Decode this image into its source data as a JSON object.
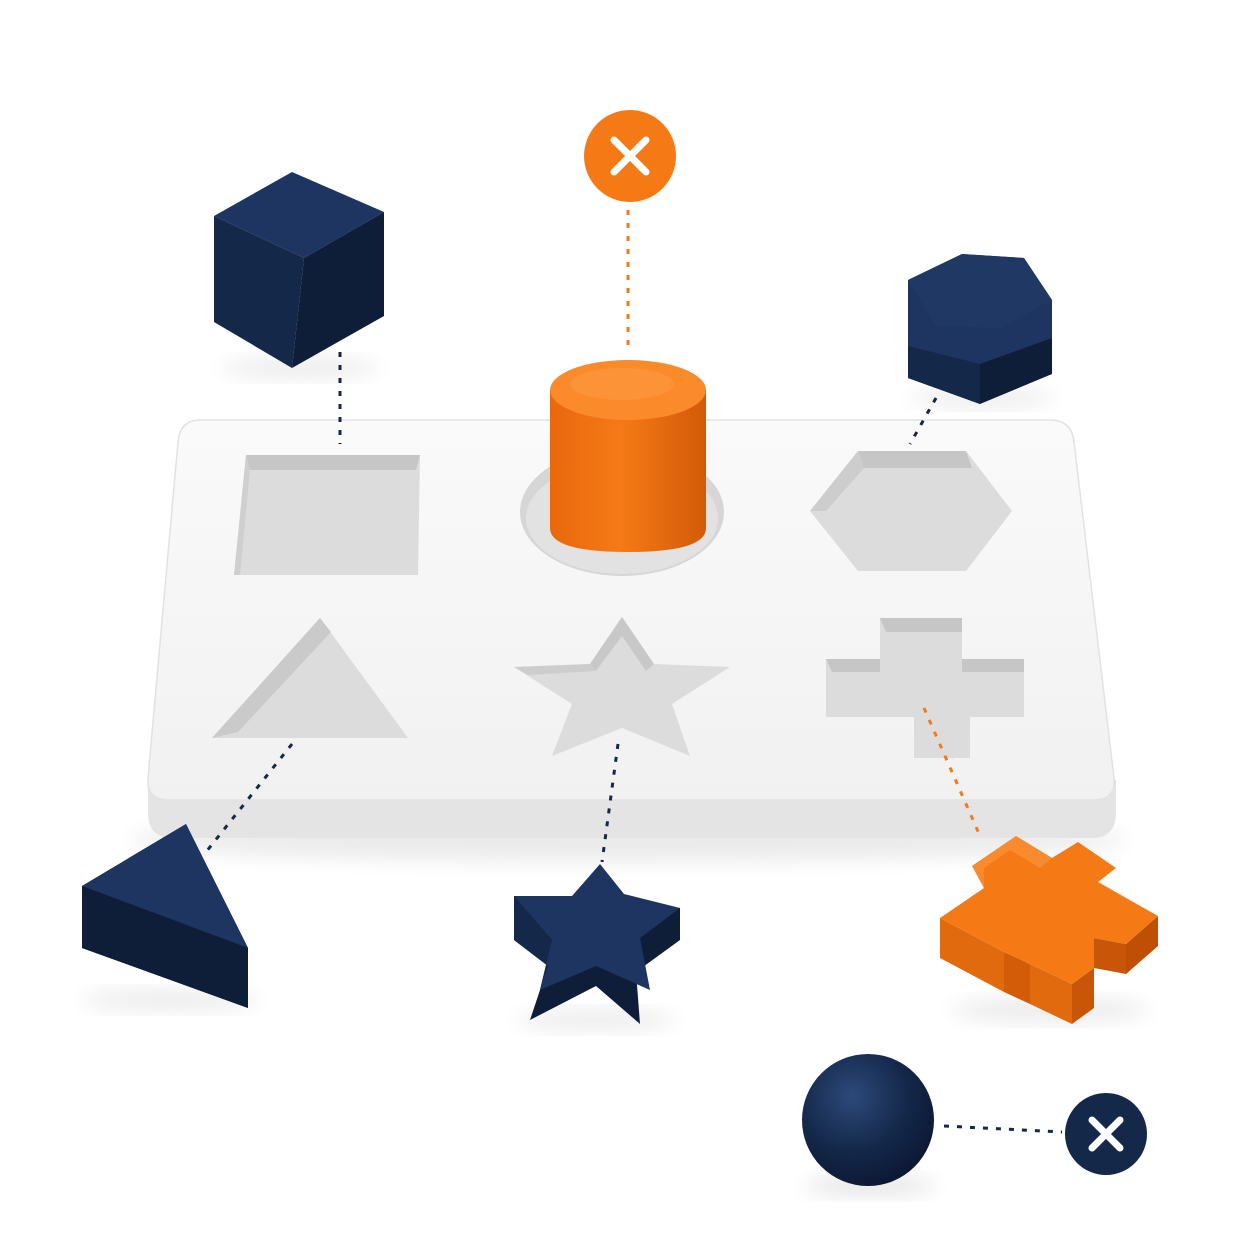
{
  "palette": {
    "navy": "#14284a",
    "navy_dark": "#0e1d38",
    "navy_light": "#1d3560",
    "orange": "#f57a16",
    "orange_dark": "#d9620b",
    "orange_light": "#fb9138",
    "board_top": "#f7f7f7",
    "board_side": "#e6e6e6",
    "hole_fill": "#dedede",
    "hole_wall": "#c9c9c9",
    "background": "#ffffff"
  },
  "board": {
    "holes": [
      "square",
      "circle",
      "hexagon",
      "triangle",
      "star",
      "cross"
    ]
  },
  "pieces": [
    {
      "shape": "cube",
      "color": "navy",
      "target_hole": "square",
      "connector": "navy-dotted"
    },
    {
      "shape": "cylinder",
      "color": "orange",
      "target_hole": "circle",
      "status": "x-mark-icon"
    },
    {
      "shape": "hexagonal-prism",
      "color": "navy",
      "target_hole": "hexagon",
      "connector": "navy-dotted"
    },
    {
      "shape": "triangular-prism",
      "color": "navy",
      "target_hole": "triangle",
      "connector": "navy-dotted"
    },
    {
      "shape": "star-prism",
      "color": "navy",
      "target_hole": "star",
      "connector": "navy-dotted"
    },
    {
      "shape": "cross-prism",
      "color": "orange",
      "target_hole": "cross",
      "connector": "orange-dotted"
    },
    {
      "shape": "sphere",
      "color": "navy",
      "target_hole": "none",
      "status": "x-mark-icon"
    }
  ],
  "icons": [
    "close-icon-orange",
    "close-icon-navy"
  ]
}
